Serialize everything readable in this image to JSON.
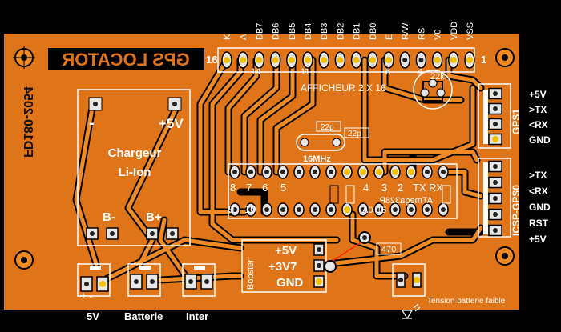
{
  "colors": {
    "background": "#000000",
    "board": "#e07418",
    "trace": "#f08a24",
    "trace_dark": "#8a3a05",
    "pad": "#e6e6e6",
    "hole": "#222222",
    "outline": "#ffffff",
    "yellow": "#f2c200",
    "red_link": "#ff2200"
  },
  "board": {
    "title": "GPS LOCATOR",
    "revision": "FD180-2054",
    "lcd_label": "AFFICHEUR 2 X 16",
    "lcd_pin_numbers": {
      "first": "1",
      "p4": "4",
      "p6": "6",
      "p11": "11",
      "p14": "14",
      "last": "16"
    },
    "lcd_pins": [
      "K",
      "A",
      "DB7",
      "DB6",
      "DB5",
      "DB4",
      "DB3",
      "DB2",
      "DB1",
      "DB0",
      "E",
      "R/W",
      "RS",
      "V0",
      "VDD",
      "VSS"
    ],
    "pot_label": "22k",
    "crystal_label": "16MHz",
    "cap1_label": "22p",
    "cap2_label": "22p",
    "mcu_label": "ATmega328P",
    "mcu_pins_top": [
      "8",
      "7",
      "6",
      "5",
      "4",
      "3",
      "2",
      "TX",
      "RX"
    ],
    "mcu_pins_bottom": [
      "9",
      "10",
      "A0",
      "15"
    ],
    "resistor_label": "470",
    "charger": {
      "title_line1": "Chargeur",
      "title_line2": "Li-Ion",
      "minus": "-",
      "plus": "+5V",
      "bminus": "B-",
      "bplus": "B+"
    },
    "booster": {
      "label": "Booster",
      "plus5": "+5V",
      "plus3v7": "+3V7",
      "gnd": "GND"
    },
    "gps1": {
      "label": "GPS1",
      "pins": [
        "+5V",
        ">TX",
        "<RX",
        "GND"
      ]
    },
    "icsp": {
      "label": "ICSP-GPS0",
      "pins": [
        ">TX",
        "<RX",
        "GND",
        "RST",
        "+5V"
      ]
    },
    "connectors": {
      "c5v": "5V",
      "c5v_polarity": "+ -",
      "batterie": "Batterie",
      "inter": "Inter"
    },
    "led_caption": "Tension batterie faible"
  }
}
